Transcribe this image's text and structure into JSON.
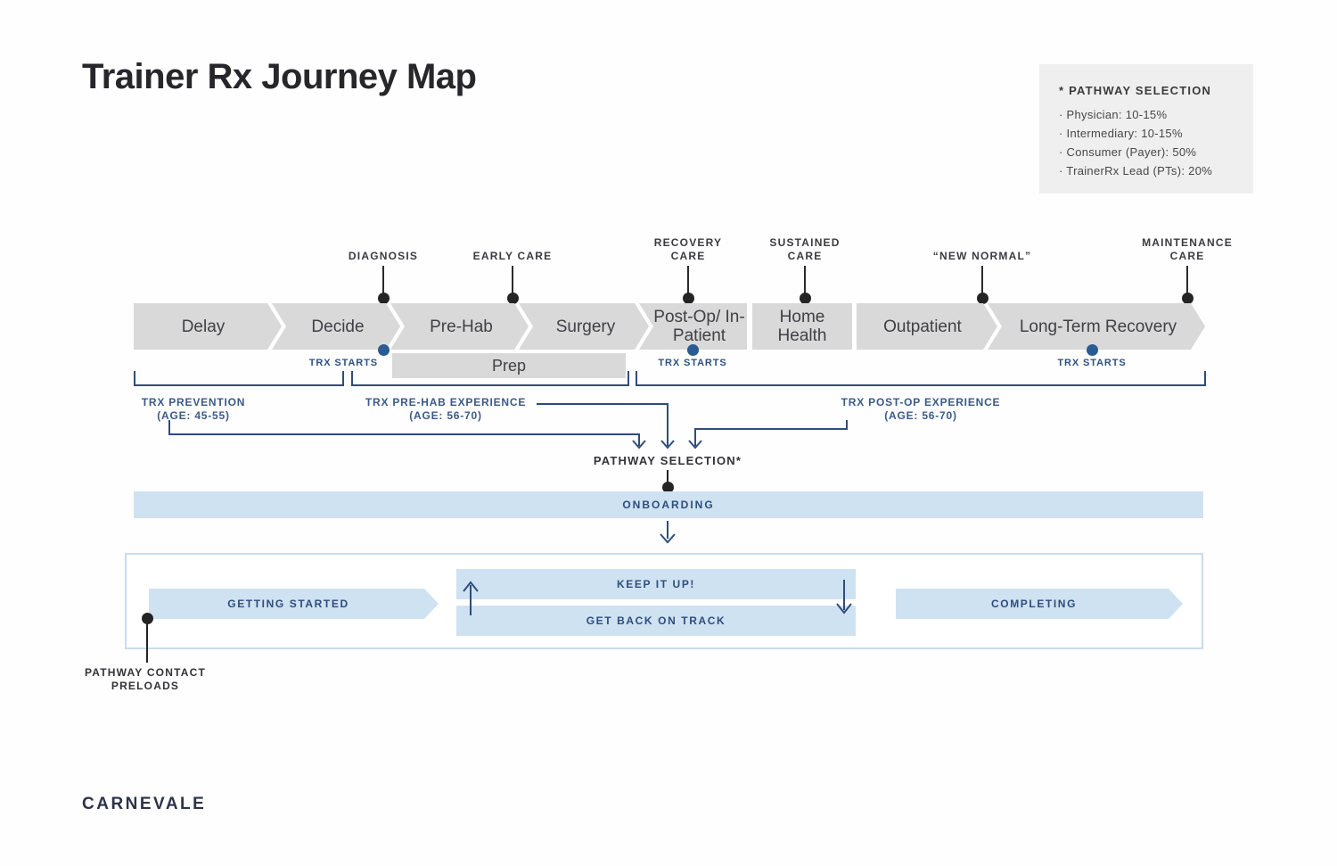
{
  "title": "Trainer Rx Journey Map",
  "legend": {
    "title": "* PATHWAY SELECTION",
    "items": [
      "· Physician: 10-15%",
      "· Intermediary: 10-15%",
      "· Consumer (Payer): 50%",
      "· TrainerRx Lead (PTs): 20%"
    ]
  },
  "callouts": [
    {
      "label": "DIAGNOSIS"
    },
    {
      "label": "EARLY CARE"
    },
    {
      "label": "RECOVERY CARE"
    },
    {
      "label": "SUSTAINED CARE"
    },
    {
      "label": "“NEW NORMAL”"
    },
    {
      "label": "MAINTENANCE CARE"
    }
  ],
  "stages": [
    {
      "label": "Delay"
    },
    {
      "label": "Decide"
    },
    {
      "label": "Pre-Hab"
    },
    {
      "label": "Surgery"
    },
    {
      "label": "Post-Op/ In-Patient"
    },
    {
      "label": "Home Health"
    },
    {
      "label": "Outpatient"
    },
    {
      "label": "Long-Term Recovery"
    }
  ],
  "trx_starts_label": "TRX STARTS",
  "prep_label": "Prep",
  "phases": [
    {
      "name": "TRX PREVENTION",
      "age": "(AGE: 45-55)"
    },
    {
      "name": "TRX PRE-HAB EXPERIENCE",
      "age": "(AGE: 56-70)"
    },
    {
      "name": "TRX POST-OP EXPERIENCE",
      "age": "(AGE: 56-70)"
    }
  ],
  "pathway_selection_label": "PATHWAY SELECTION*",
  "onboarding_label": "ONBOARDING",
  "program": {
    "getting_started": "GETTING STARTED",
    "keep_it_up": "KEEP IT UP!",
    "get_back_on_track": "GET BACK ON TRACK",
    "completing": "COMPLETING"
  },
  "preloads_label": "PATHWAY CONTACT PRELOADS",
  "footer_logo": "CARNEVALE",
  "colors": {
    "navy": "#2e4d7c",
    "light_blue": "#cfe2f2",
    "stage_gray": "#d9d9d9",
    "dot_blue": "#2a5b93",
    "dot_black": "#242424",
    "legend_bg": "#efefef"
  }
}
